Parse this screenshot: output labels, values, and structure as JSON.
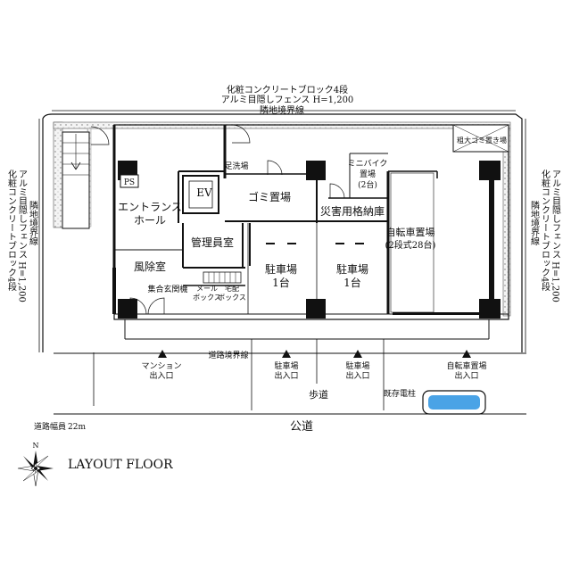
{
  "top_note_line1": "化粧コンクリートブロック4段",
  "top_note_line2": "アルミ目隠しフェンス H=1,200",
  "top_boundary": "隣地境界線",
  "left_note_1": "化粧コンクリートブロック4段",
  "left_note_2": "アルミ目隠しフェンス H=1,200",
  "left_boundary": "隣地境界線",
  "right_note_1": "化粧コンクリートブロック4段",
  "right_note_2": "アルミ目隠しフェンス H=1,200",
  "right_boundary": "隣地境界線",
  "rooms": {
    "ps": "PS",
    "entrance_1": "エントランス",
    "entrance_2": "ホール",
    "ev": "EV",
    "foot_wash": "足洗場",
    "garbage": "ゴミ置場",
    "mini_bike_1": "ミニバイク",
    "mini_bike_2": "置場",
    "mini_bike_3": "(2台)",
    "disaster": "災害用格納庫",
    "manager": "管理員室",
    "windbreak": "風除室",
    "intercom": "集合玄関機",
    "mailbox_1": "メール",
    "mailbox_2": "ボックス",
    "delivery_1": "宅配",
    "delivery_2": "ボックス",
    "parking1_1": "駐車場",
    "parking1_2": "1台",
    "parking2_1": "駐車場",
    "parking2_2": "1台",
    "bicycle_1": "自転車置場",
    "bicycle_2": "(2段式28台)",
    "large_garbage": "粗大ゴミ置き場"
  },
  "road_boundary": "道路境界線",
  "entrances": {
    "mansion_1": "マンション",
    "mansion_2": "出入口",
    "parking_a_1": "駐車場",
    "parking_a_2": "出入口",
    "parking_b_1": "駐車場",
    "parking_b_2": "出入口",
    "bicycle_1": "自転車置場",
    "bicycle_2": "出入口"
  },
  "sidewalk": "歩道",
  "utility_pole": "既存電柱",
  "public_road": "公道",
  "road_width_label": "道路幅員",
  "road_width_value": "22m",
  "north": "N",
  "layout_title": "LAYOUT FLOOR",
  "colors": {
    "wall": "#111111",
    "hatch_fill": "#f0f0f0",
    "pool_blue": "#4aa3e6"
  }
}
